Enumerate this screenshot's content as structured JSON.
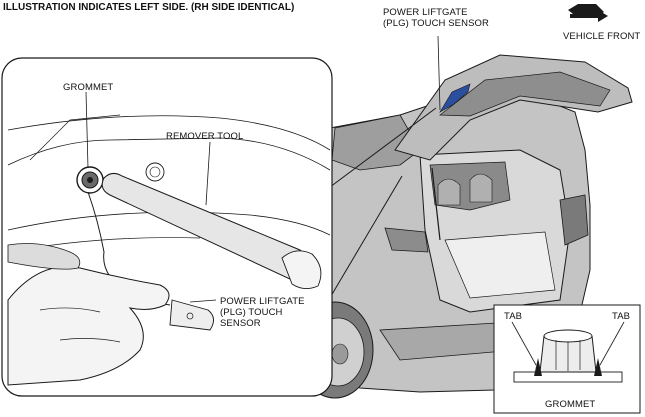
{
  "header": {
    "note": "ILLUSTRATION INDICATES LEFT SIDE. (RH SIDE IDENTICAL)"
  },
  "labels": {
    "plg_sensor_top": [
      "POWER LIFTGATE",
      "(PLG) TOUCH SENSOR"
    ],
    "vehicle_front": "VEHICLE FRONT",
    "grommet": "GROMMET",
    "remover_tool": "REMOVER TOOL",
    "plg_sensor_detail": [
      "POWER LIFTGATE",
      "(PLG) TOUCH",
      "SENSOR"
    ],
    "tab_left": "TAB",
    "tab_right": "TAB",
    "grommet_inset": "GROMMET"
  },
  "colors": {
    "line": "#1a1a1a",
    "car_body": "#bdbdbd",
    "car_dark": "#6f6f6f",
    "sensor_blue": "#2b4f9e"
  },
  "icons": {
    "direction": "arrow-right-icon"
  }
}
